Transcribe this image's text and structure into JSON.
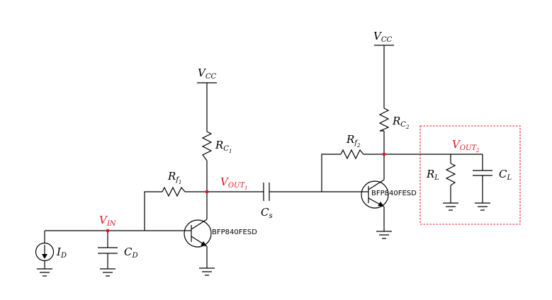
{
  "diagram": {
    "nodes": {
      "vin": {
        "main": "V",
        "sub": "IN"
      },
      "vout1": {
        "main": "V",
        "sub": "OUT",
        "subsub": "1"
      },
      "vout2": {
        "main": "V",
        "sub": "OUT",
        "subsub": "2"
      }
    },
    "supplies": {
      "vcc1": {
        "main": "V",
        "sub": "CC"
      },
      "vcc2": {
        "main": "V",
        "sub": "CC"
      }
    },
    "components": {
      "id_source": {
        "main": "I",
        "sub": "D"
      },
      "cd": {
        "main": "C",
        "sub": "D"
      },
      "rf1": {
        "main": "R",
        "sub": "f",
        "subsub": "1"
      },
      "rc1": {
        "main": "R",
        "sub": "C",
        "subsub": "1"
      },
      "cs": {
        "main": "C",
        "sub": "s"
      },
      "rf2": {
        "main": "R",
        "sub": "f",
        "subsub": "2"
      },
      "rc2": {
        "main": "R",
        "sub": "C",
        "subsub": "2"
      },
      "rl": {
        "main": "R",
        "sub": "L"
      },
      "cl": {
        "main": "C",
        "sub": "L"
      }
    },
    "transistors": {
      "q1": "BFP840FESD",
      "q2": "BFP840FESD"
    },
    "colors": {
      "wire": "#000000",
      "node_label": "#e0141e",
      "load_box": "#e0141e"
    }
  }
}
